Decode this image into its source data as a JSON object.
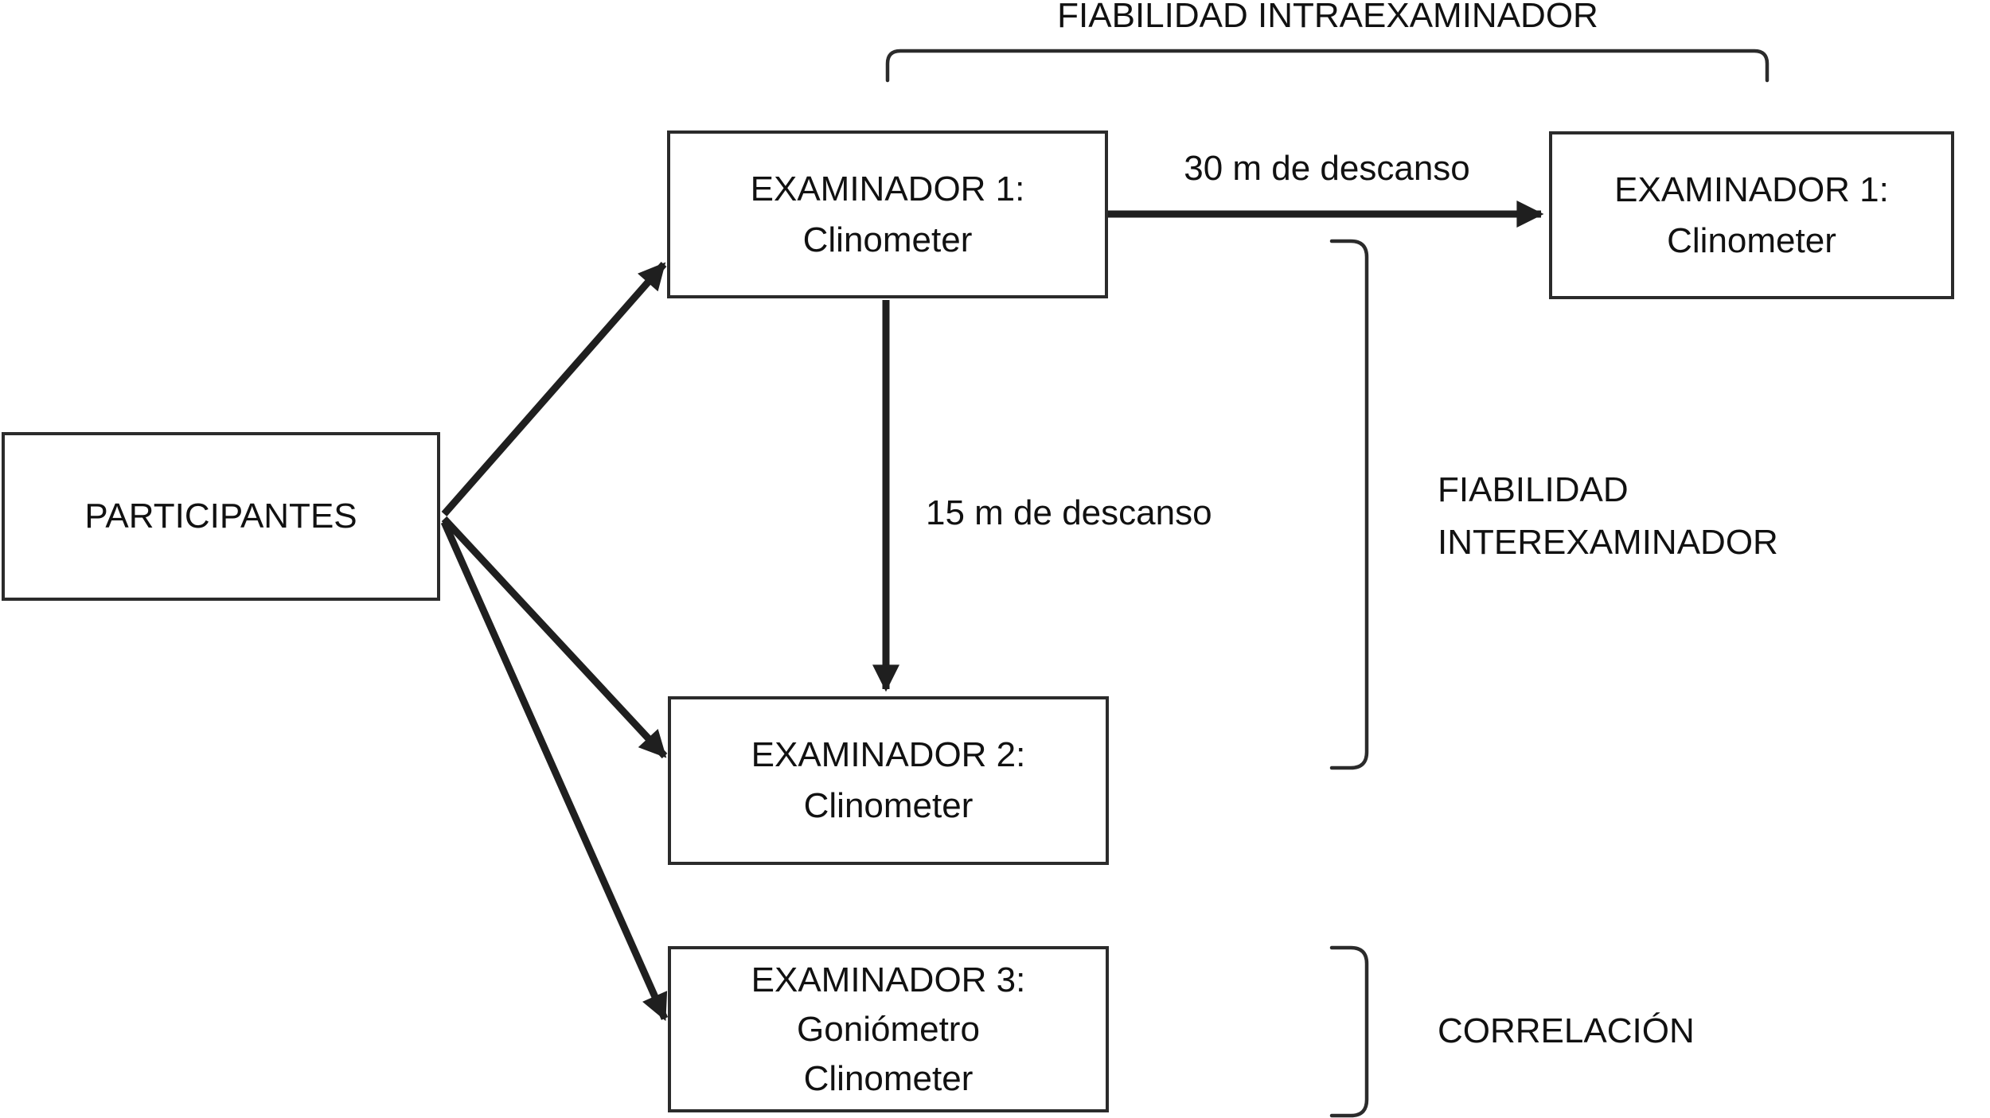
{
  "title": "FIABILIDAD INTRAEXAMINADOR",
  "boxes": {
    "participantes": {
      "lines": [
        "PARTICIPANTES"
      ]
    },
    "examiner1_test1": {
      "lines": [
        "EXAMINADOR 1:",
        "Clinometer"
      ]
    },
    "examiner1_test2": {
      "lines": [
        "EXAMINADOR 1:",
        "Clinometer"
      ]
    },
    "examiner2": {
      "lines": [
        "EXAMINADOR 2:",
        "Clinometer"
      ]
    },
    "examiner3": {
      "lines": [
        "EXAMINADOR 3:",
        "Goniómetro",
        "Clinometer"
      ]
    }
  },
  "arrow_labels": {
    "rest_30": "30 m de descanso",
    "rest_15": "15 m de descanso"
  },
  "brace_labels": {
    "interexaminador": [
      "FIABILIDAD",
      "INTEREXAMINADOR"
    ],
    "correlacion": "CORRELACIÓN"
  },
  "colors": {
    "line": "#262626",
    "text": "#111111",
    "background": "#ffffff"
  }
}
